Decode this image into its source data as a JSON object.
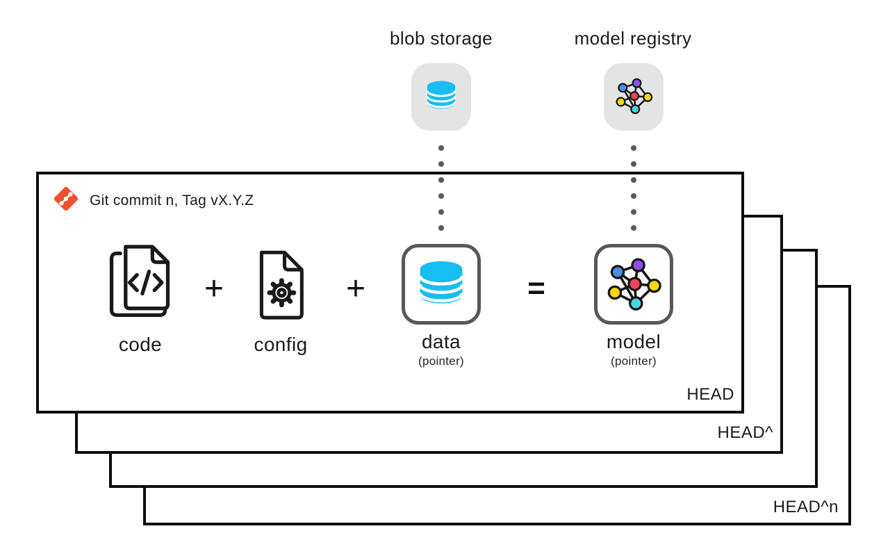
{
  "title_annotations": {
    "blob_storage_label": "blob storage",
    "model_registry_label": "model registry"
  },
  "commit_card": {
    "header_label": "Git commit n, Tag vX.Y.Z",
    "operands": [
      {
        "label": "code"
      },
      {
        "label": "config"
      },
      {
        "label": "data",
        "sublabel": "(pointer)"
      },
      {
        "label": "model",
        "sublabel": "(pointer)"
      }
    ],
    "plus_operator": "+",
    "equals_operator": "=",
    "head_label": "HEAD"
  },
  "commit_stack": {
    "previous_label": "HEAD^",
    "nth_label": "HEAD^n"
  },
  "icons": {
    "git": "git-logo-icon",
    "code": "code-file-icon",
    "config": "config-file-icon",
    "data": "database-icon",
    "model": "neural-network-icon",
    "blob_storage": "database-icon",
    "model_registry": "neural-network-icon"
  },
  "colors": {
    "ink": "#1A1A1A",
    "line_black": "#0D0D0D",
    "tile_gray": "#E4E4E5",
    "pointer_border": "#58585A",
    "dot_gray": "#595959",
    "db_cyan": "#18BDF2",
    "git_orange": "#F0502E",
    "node_purple": "#8A4FE8",
    "node_blue": "#4A90E2",
    "node_red": "#ED4456",
    "node_yellow": "#FFD60A",
    "node_cyan": "#48D7DE"
  }
}
